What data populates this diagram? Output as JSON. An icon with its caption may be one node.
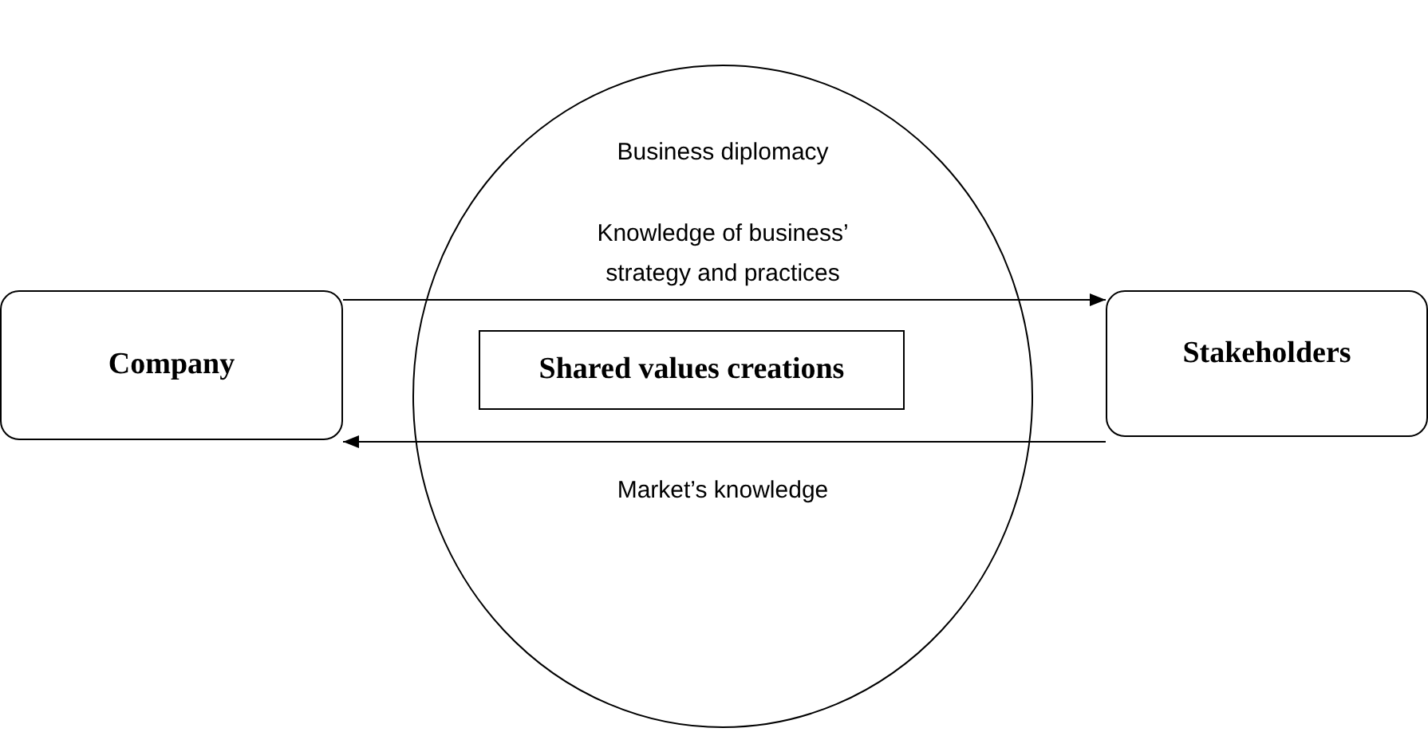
{
  "diagram": {
    "nodes": [
      {
        "text": [
          "Company"
        ]
      },
      {
        "text": [
          "Business diplomacy"
        ]
      },
      {
        "text": [
          "Shared values creations"
        ],
        "in": 1
      },
      {
        "text": [
          "Stakeholders"
        ]
      }
    ],
    "edges": [
      {
        "from": 0,
        "to": 3,
        "arrow": "to",
        "label": "Knowledge of business’ strategy and practices"
      },
      {
        "from": 3,
        "to": 0,
        "arrow": "to",
        "label": "Market’s knowledge"
      }
    ]
  }
}
